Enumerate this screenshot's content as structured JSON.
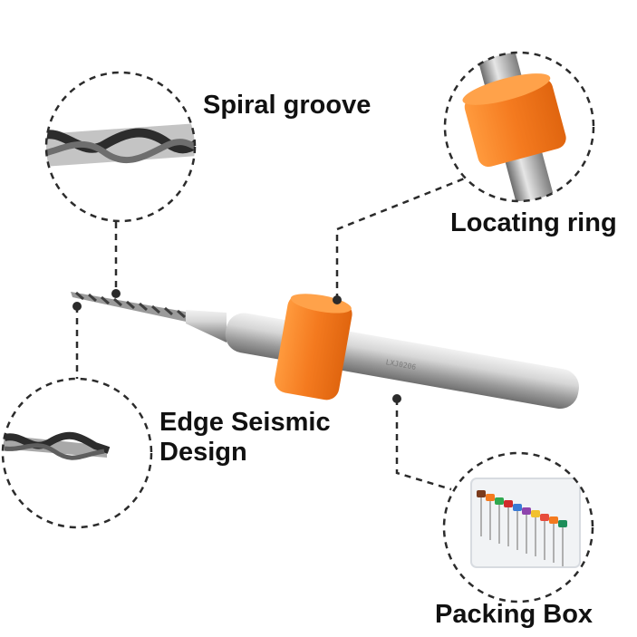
{
  "callouts": {
    "spiral_groove": "Spiral groove",
    "locating_ring": "Locating ring",
    "edge_design_line1": "Edge Seismic",
    "edge_design_line2": "Design",
    "packing_box": "Packing Box"
  },
  "product": {
    "shank_engraving": "LXJ0206"
  },
  "colors": {
    "ring_orange": "#f47a1f",
    "steel": "#b9b9b9",
    "dash": "#2b2b2b"
  }
}
